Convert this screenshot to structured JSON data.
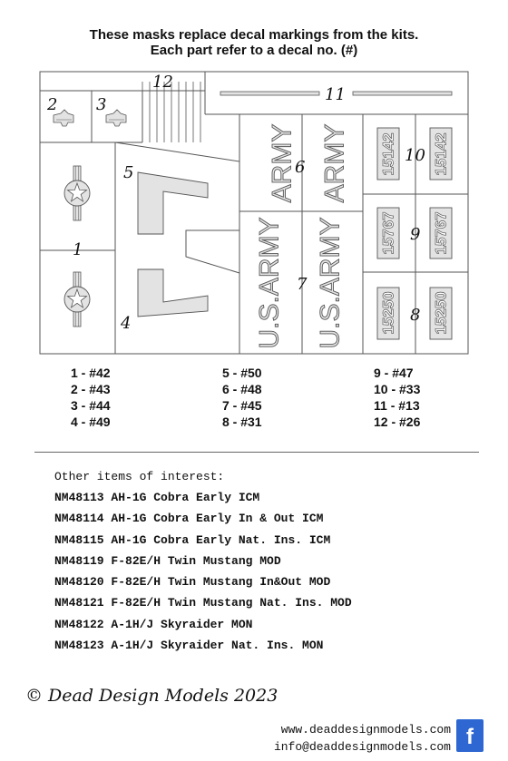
{
  "header": {
    "line1": "These masks replace decal markings from the kits.",
    "line2": "Each part refer to a decal no. (#)"
  },
  "sheet": {
    "part_numbers": {
      "n1": "1",
      "n2": "2",
      "n3": "3",
      "n4": "4",
      "n5": "5",
      "n6": "6",
      "n7": "7",
      "n8": "8",
      "n9": "9",
      "n10": "10",
      "n11": "11",
      "n12": "12"
    },
    "stencil_texts": {
      "army": "ARMY",
      "usarmy": "U.S.ARMY",
      "serial_a": "15142",
      "serial_b": "15767",
      "serial_c": "15250"
    }
  },
  "legend": {
    "col1": [
      "1 - #42",
      "2 - #43",
      "3 - #44",
      "4 - #49"
    ],
    "col2": [
      "5 - #50",
      "6 - #48",
      "7 - #45",
      "8 - #31"
    ],
    "col3": [
      "9 - #47",
      "10 - #33",
      "11 - #13",
      "12 - #26"
    ]
  },
  "other_items": {
    "title": "Other items of interest:",
    "items": [
      "NM48113 AH-1G Cobra Early ICM",
      "NM48114 AH-1G Cobra Early In & Out ICM",
      "NM48115 AH-1G Cobra Early Nat. Ins. ICM",
      "NM48119 F-82E/H Twin Mustang MOD",
      "NM48120 F-82E/H Twin Mustang In&Out MOD",
      "NM48121 F-82E/H Twin Mustang Nat. Ins. MOD",
      "NM48122 A-1H/J Skyraider MON",
      "NM48123 A-1H/J Skyraider Nat. Ins. MON"
    ]
  },
  "footer": {
    "copyright": "© Dead Design Models 2023",
    "website": "www.deaddesignmodels.com",
    "email": "info@deaddesignmodels.com",
    "facebook_glyph": "f"
  },
  "colors": {
    "mask_fill": "#e3e3e3",
    "outline": "#555555",
    "facebook_blue": "#2e67d1"
  }
}
